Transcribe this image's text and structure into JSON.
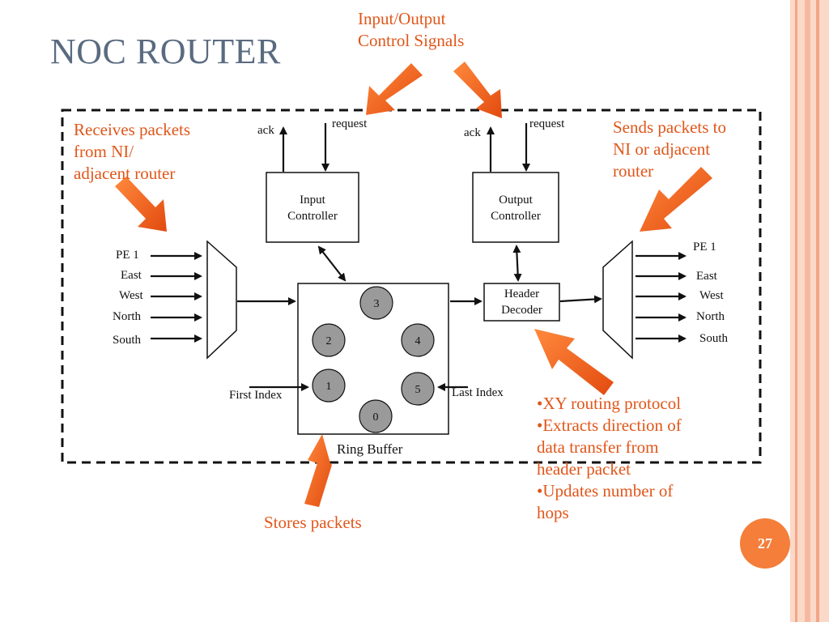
{
  "slide": {
    "title": "NOC ROUTER",
    "page_number": "27"
  },
  "colors": {
    "accent": "#e0561a",
    "title": "#5a6b80",
    "badge": "#f47e3a",
    "node_fill": "#9a9a9a"
  },
  "annotations": {
    "io_control": [
      "Input/Output",
      "Control Signals"
    ],
    "receives": [
      "Receives packets",
      "from NI/",
      "adjacent router"
    ],
    "sends": [
      "Sends packets to",
      "NI or adjacent",
      "router"
    ],
    "stores": "Stores packets",
    "decoder_notes": [
      "•XY routing protocol",
      "•Extracts direction of",
      "data transfer from",
      "header packet",
      "•Updates number of",
      "hops"
    ]
  },
  "diagram": {
    "input_controller": [
      "Input",
      "Controller"
    ],
    "output_controller": [
      "Output",
      "Controller"
    ],
    "header_decoder": [
      "Header",
      "Decoder"
    ],
    "ring_buffer": "Ring Buffer",
    "first_index": "First Index",
    "last_index": "Last Index",
    "ack": "ack",
    "request": "request",
    "input_ports": [
      "PE 1",
      "East",
      "West",
      "North",
      "South"
    ],
    "output_ports": [
      "PE 1",
      "East",
      "West",
      "North",
      "South"
    ],
    "buffer_slots": [
      "3",
      "2",
      "4",
      "1",
      "5",
      "0"
    ]
  }
}
